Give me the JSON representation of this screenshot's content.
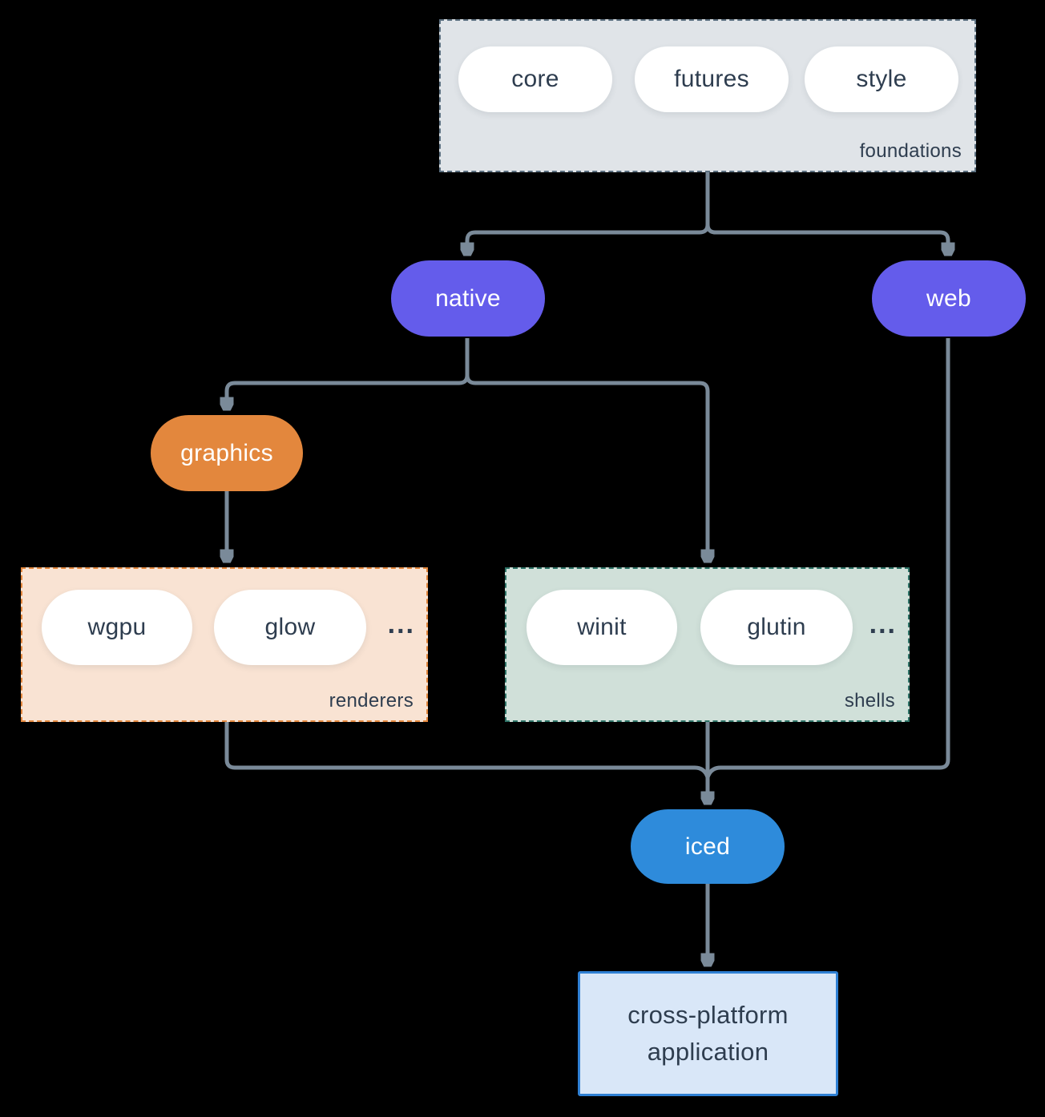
{
  "diagram": {
    "foundations": {
      "label": "foundations",
      "pills": [
        "core",
        "futures",
        "style"
      ]
    },
    "native": {
      "label": "native"
    },
    "web": {
      "label": "web"
    },
    "graphics": {
      "label": "graphics"
    },
    "renderers": {
      "label": "renderers",
      "pills": [
        "wgpu",
        "glow"
      ],
      "ellipsis": "..."
    },
    "shells": {
      "label": "shells",
      "pills": [
        "winit",
        "glutin"
      ],
      "ellipsis": "..."
    },
    "iced": {
      "label": "iced"
    },
    "application": {
      "line1": "cross-platform",
      "line2": "application"
    }
  },
  "colors": {
    "background": "#000000",
    "connector": "#7a8a99",
    "text_dark": "#2e3d4f",
    "node_purple": "#645ceb",
    "node_orange": "#e3873d",
    "node_blue": "#2e8bdb",
    "foundations_bg": "#e0e4e8",
    "foundations_border": "#5c7080",
    "renderers_bg": "#f9e3d3",
    "renderers_border": "#e3873d",
    "shells_bg": "#d0e0d9",
    "shells_border": "#2d7266",
    "application_bg": "#d9e7f8",
    "application_border": "#2f80d4",
    "pill_white": "#ffffff"
  }
}
